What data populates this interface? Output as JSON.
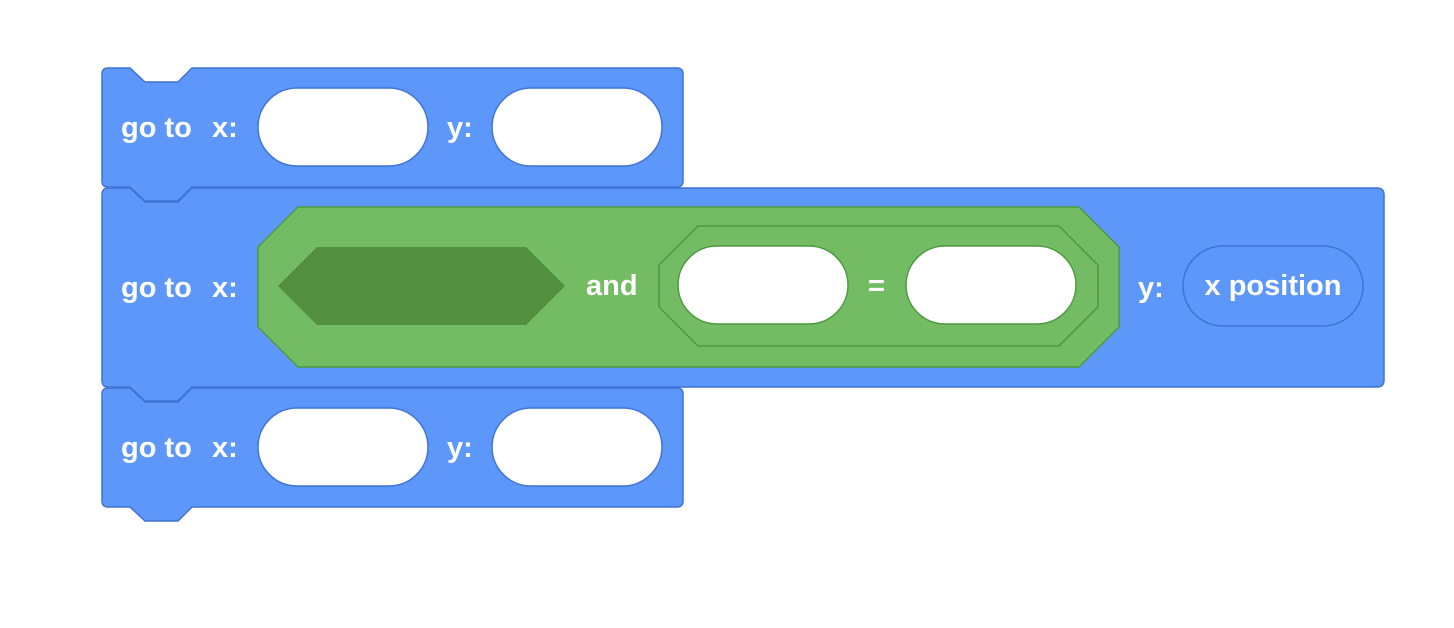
{
  "colors": {
    "motion_block": "#5c97f9",
    "motion_block_border": "#3f74d6",
    "operator_block": "#74bc63",
    "operator_block_border": "#4c9a3f",
    "operator_slot_empty": "#52903f",
    "input_fill": "#ffffff",
    "text": "#ffffff"
  },
  "blocks": [
    {
      "kind": "motion_goto",
      "label": "go to",
      "x_label": "x:",
      "x_value": "",
      "y_label": "y:",
      "y_value": ""
    },
    {
      "kind": "motion_goto",
      "label": "go to",
      "x_label": "x:",
      "x_input": {
        "kind": "operator_and",
        "left_slot": "empty-boolean",
        "and_label": "and",
        "right": {
          "kind": "operator_equals",
          "left_value": "",
          "op_label": "=",
          "right_value": ""
        }
      },
      "y_label": "y:",
      "y_input": {
        "kind": "motion_xposition",
        "label": "x position"
      }
    },
    {
      "kind": "motion_goto",
      "label": "go to",
      "x_label": "x:",
      "x_value": "",
      "y_label": "y:",
      "y_value": ""
    }
  ]
}
